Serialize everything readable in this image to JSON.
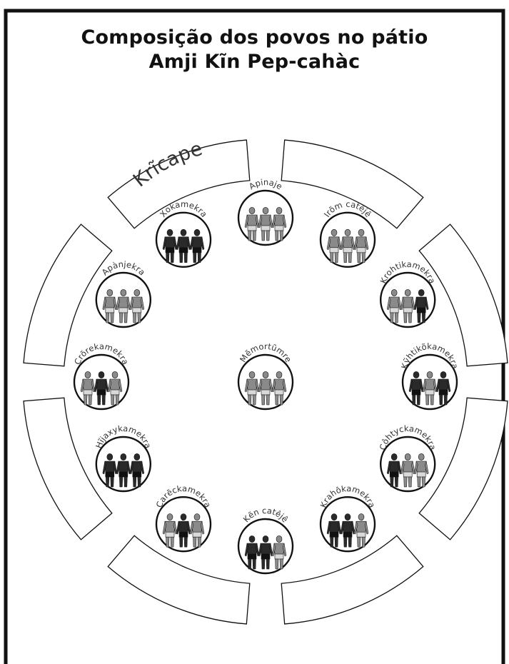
{
  "title": {
    "line1": "Composição dos povos no pátio",
    "line2": "Amji Kĩn Pep-cahàc"
  },
  "segment_label": "Krĩcape",
  "center_group": {
    "name": "Mẽmortũmre",
    "figures": [
      "light",
      "light",
      "light"
    ]
  },
  "groups": [
    {
      "name": "Apinaje",
      "figures": [
        "light",
        "light",
        "light"
      ]
    },
    {
      "name": "Irõm catêjê",
      "figures": [
        "light",
        "light",
        "light"
      ]
    },
    {
      "name": "Krohtikamekra",
      "figures": [
        "light",
        "light",
        "dark"
      ]
    },
    {
      "name": "Kỹhtikõkamekra",
      "figures": [
        "dark",
        "light",
        "dark"
      ]
    },
    {
      "name": "Côhtyckamekra",
      "figures": [
        "dark",
        "light",
        "light"
      ]
    },
    {
      "name": "Krahôkamekra",
      "figures": [
        "dark",
        "dark",
        "light"
      ]
    },
    {
      "name": "Kẽn catêjê",
      "figures": [
        "dark",
        "dark",
        "light"
      ]
    },
    {
      "name": "Carẽckamekra",
      "figures": [
        "light",
        "dark",
        "light"
      ]
    },
    {
      "name": "Hĩjaxykamekra",
      "figures": [
        "dark",
        "dark",
        "dark"
      ]
    },
    {
      "name": "Crõrekamekra",
      "figures": [
        "light",
        "dark",
        "light"
      ]
    },
    {
      "name": "Apànjekra",
      "figures": [
        "light",
        "light",
        "light"
      ]
    },
    {
      "name": "Xokamekra",
      "figures": [
        "dark",
        "dark",
        "dark"
      ]
    }
  ],
  "colors": {
    "stroke": "#111111",
    "figure_light": "#8a8a8a",
    "figure_dark": "#2a2a2a",
    "shorts_light": "#d9d9d9",
    "text": "#333333"
  }
}
